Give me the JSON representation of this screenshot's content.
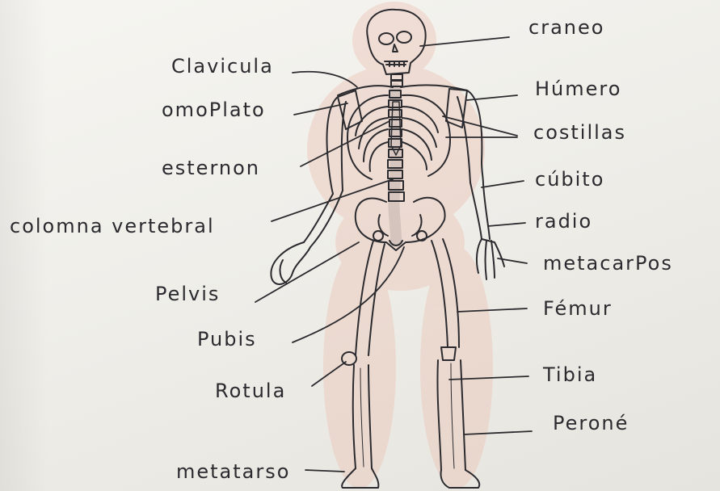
{
  "labels": {
    "craneo": "craneo",
    "clavicula": "Clavicula",
    "humero": "Húmero",
    "omoplato": "omoPlato",
    "costillas": "costillas",
    "esternon": "esternon",
    "cubito": "cúbito",
    "columna": "colomna vertebral",
    "radio": "radio",
    "metacarpos": "metacarPos",
    "pelvis": "Pelvis",
    "femur": "Fémur",
    "pubis": "Pubis",
    "rotula": "Rotula",
    "tibia": "Tibia",
    "perone": "Peroné",
    "metatarso": "metatarso"
  },
  "colors": {
    "ink": "#2b2b2f",
    "paper": "#f2f1ec",
    "shading": "#e6b8aa"
  },
  "elements": {
    "skeleton": "human-skeleton-drawing"
  }
}
